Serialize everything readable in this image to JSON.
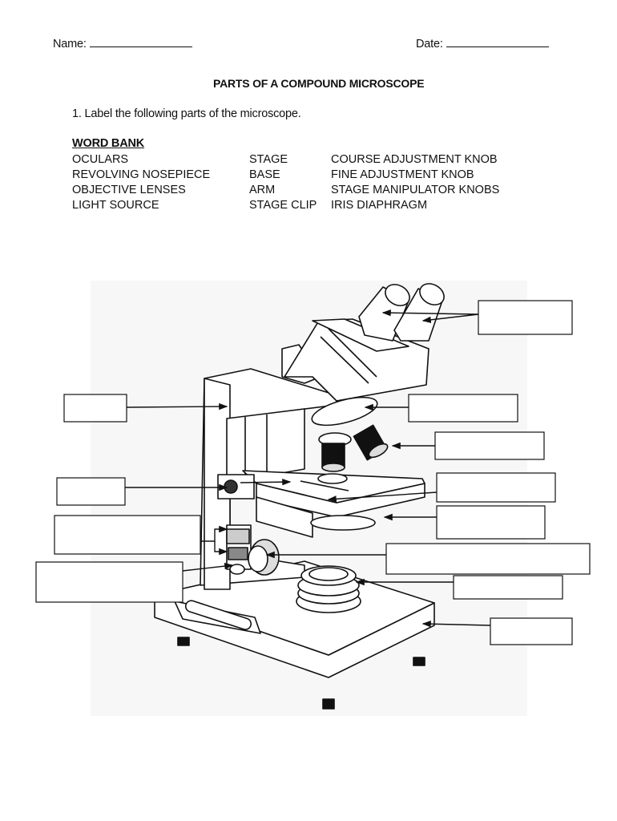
{
  "header": {
    "name_label": "Name:",
    "date_label": "Date:"
  },
  "title": "PARTS OF A COMPOUND MICROSCOPE",
  "instruction": "1. Label the following parts of the microscope.",
  "word_bank": {
    "heading": "WORD BANK",
    "columns": [
      [
        "OCULARS",
        "REVOLVING NOSEPIECE",
        "OBJECTIVE LENSES",
        "LIGHT SOURCE"
      ],
      [
        "STAGE",
        "BASE",
        "ARM",
        "STAGE CLIP"
      ],
      [
        "COURSE ADJUSTMENT KNOB",
        "FINE ADJUSTMENT KNOB",
        "STAGE MANIPULATOR KNOBS",
        "IRIS DIAPHRAGM"
      ]
    ]
  },
  "diagram": {
    "label_boxes_count": 12
  }
}
